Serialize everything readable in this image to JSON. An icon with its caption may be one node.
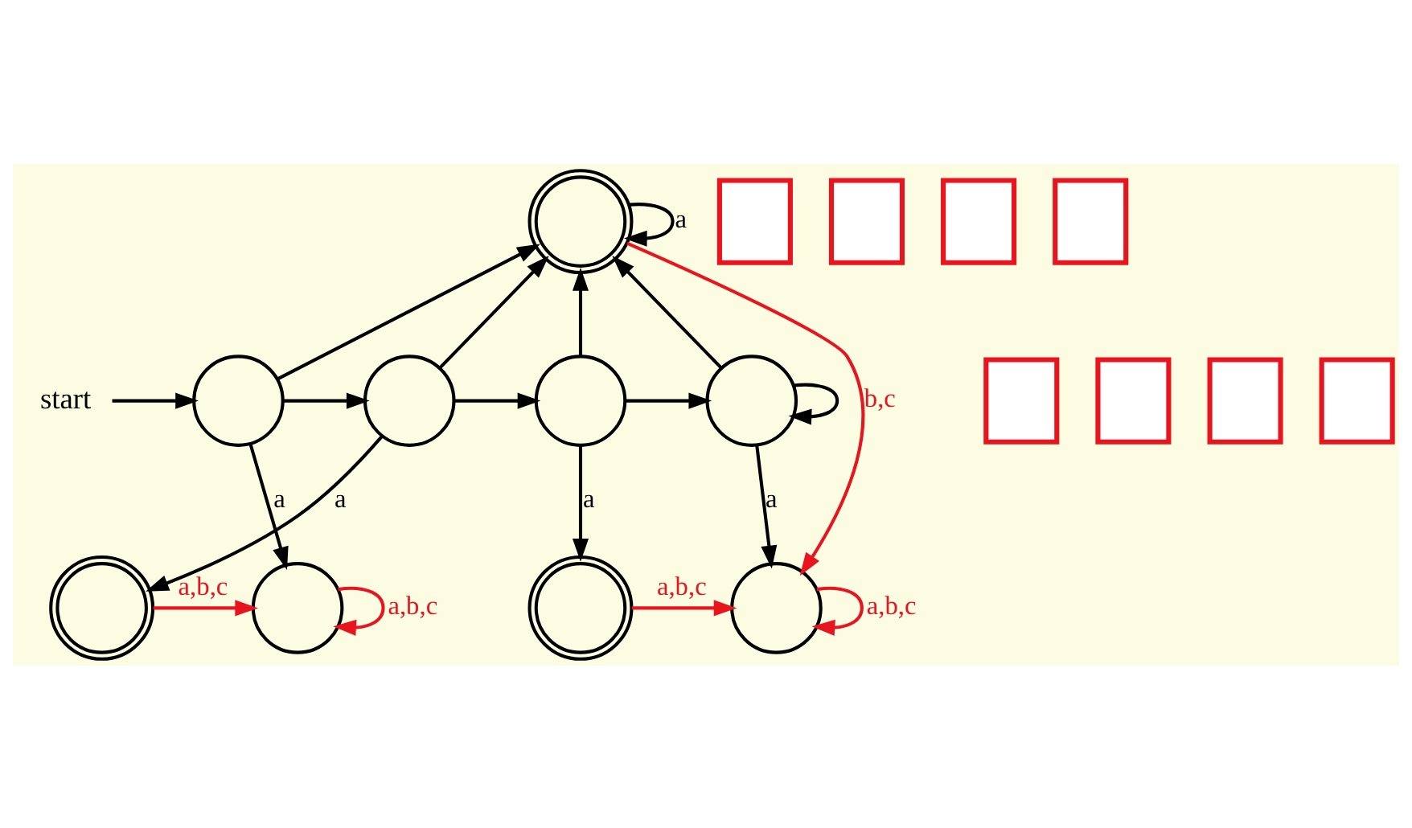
{
  "diagram": {
    "nodes": [
      {
        "text": [],
        "shape": "doublecircle"
      },
      {
        "text": [
          "start"
        ]
      },
      {
        "text": [],
        "shape": "circle"
      },
      {
        "text": [],
        "shape": "circle"
      },
      {
        "text": [],
        "shape": "circle"
      },
      {
        "text": [],
        "shape": "circle"
      },
      {
        "text": [],
        "shape": "circle"
      },
      {
        "text": [],
        "shape": "doublecircle"
      },
      {
        "text": [],
        "shape": "doublecircle"
      },
      {
        "text": [],
        "shape": "circle"
      },
      {
        "text": [],
        "shape": "box"
      },
      {
        "text": [],
        "shape": "box"
      },
      {
        "text": [],
        "shape": "box"
      },
      {
        "text": [],
        "shape": "box"
      },
      {
        "text": [],
        "shape": "box"
      },
      {
        "text": [],
        "shape": "box"
      },
      {
        "text": [],
        "shape": "box"
      },
      {
        "text": [],
        "shape": "box"
      }
    ],
    "edges": [
      {
        "from": 0,
        "to": 0,
        "arrow": "to",
        "label": "a"
      },
      {
        "from": 0,
        "to": 9,
        "arrow": "to",
        "label": "b,c",
        "color": "#e8141e"
      },
      {
        "from": 1,
        "to": 2,
        "arrow": "to"
      },
      {
        "from": 2,
        "to": 0,
        "arrow": "to"
      },
      {
        "from": 3,
        "to": 0,
        "arrow": "to"
      },
      {
        "from": 4,
        "to": 0,
        "arrow": "to"
      },
      {
        "from": 5,
        "to": 0,
        "arrow": "to"
      },
      {
        "from": 2,
        "to": 3,
        "arrow": "to"
      },
      {
        "from": 3,
        "to": 4,
        "arrow": "to"
      },
      {
        "from": 4,
        "to": 5,
        "arrow": "to"
      },
      {
        "from": 5,
        "to": 5,
        "arrow": "to"
      },
      {
        "from": 2,
        "to": 6,
        "arrow": "to",
        "label": "a"
      },
      {
        "from": 3,
        "to": 7,
        "arrow": "to",
        "label": "a"
      },
      {
        "from": 4,
        "to": 8,
        "arrow": "to",
        "label": "a"
      },
      {
        "from": 5,
        "to": 9,
        "arrow": "to",
        "label": "a"
      },
      {
        "from": 6,
        "to": 6,
        "arrow": "to",
        "label": "a,b,c",
        "color": "#e8141e"
      },
      {
        "from": 7,
        "to": 6,
        "arrow": "to",
        "label": "a,b,c",
        "color": "#e8141e"
      },
      {
        "from": 8,
        "to": 9,
        "arrow": "to",
        "label": "a,b,c",
        "color": "#e8141e"
      },
      {
        "from": 9,
        "to": 9,
        "arrow": "to",
        "label": "a,b,c",
        "color": "#e8141e"
      }
    ]
  }
}
